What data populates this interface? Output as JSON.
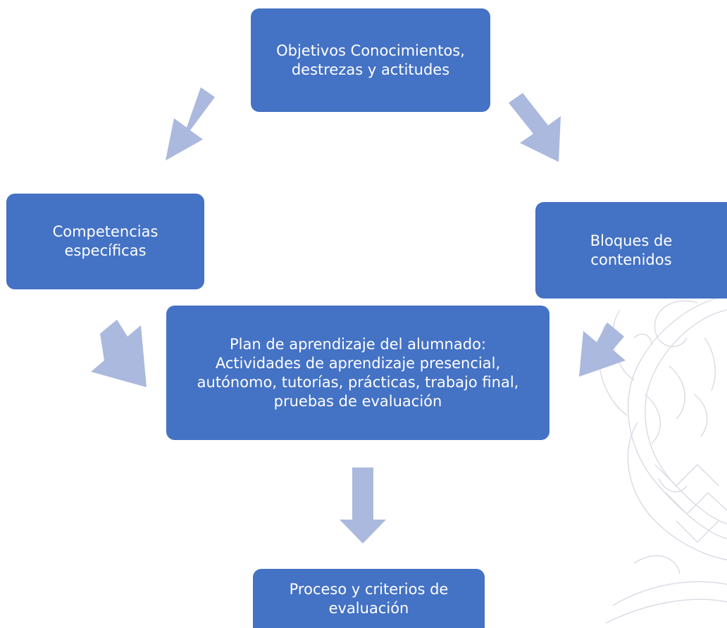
{
  "diagram": {
    "nodes": [
      {
        "id": "objetivos",
        "text": "Objetivos Conocimientos,\ndestrezas y actitudes"
      },
      {
        "id": "competencias",
        "text": "Competencias\nespecíficas"
      },
      {
        "id": "bloques",
        "text": "Bloques de\ncontenidos"
      },
      {
        "id": "plan",
        "text": "Plan de aprendizaje del alumnado:\nActividades de aprendizaje presencial,\nautónomo, tutorías, prácticas, trabajo final,\npruebas de evaluación"
      },
      {
        "id": "proceso",
        "text": "Proceso y criterios de\nevaluación"
      }
    ],
    "edges": [
      {
        "from": "objetivos",
        "to": "competencias"
      },
      {
        "from": "objetivos",
        "to": "bloques"
      },
      {
        "from": "competencias",
        "to": "plan"
      },
      {
        "from": "bloques",
        "to": "plan"
      },
      {
        "from": "plan",
        "to": "proceso"
      }
    ]
  },
  "colors": {
    "box_fill": "#4472c4",
    "box_text": "#ffffff",
    "arrow_fill": "#aab9dd",
    "watermark_line": "#d9dbe3"
  }
}
